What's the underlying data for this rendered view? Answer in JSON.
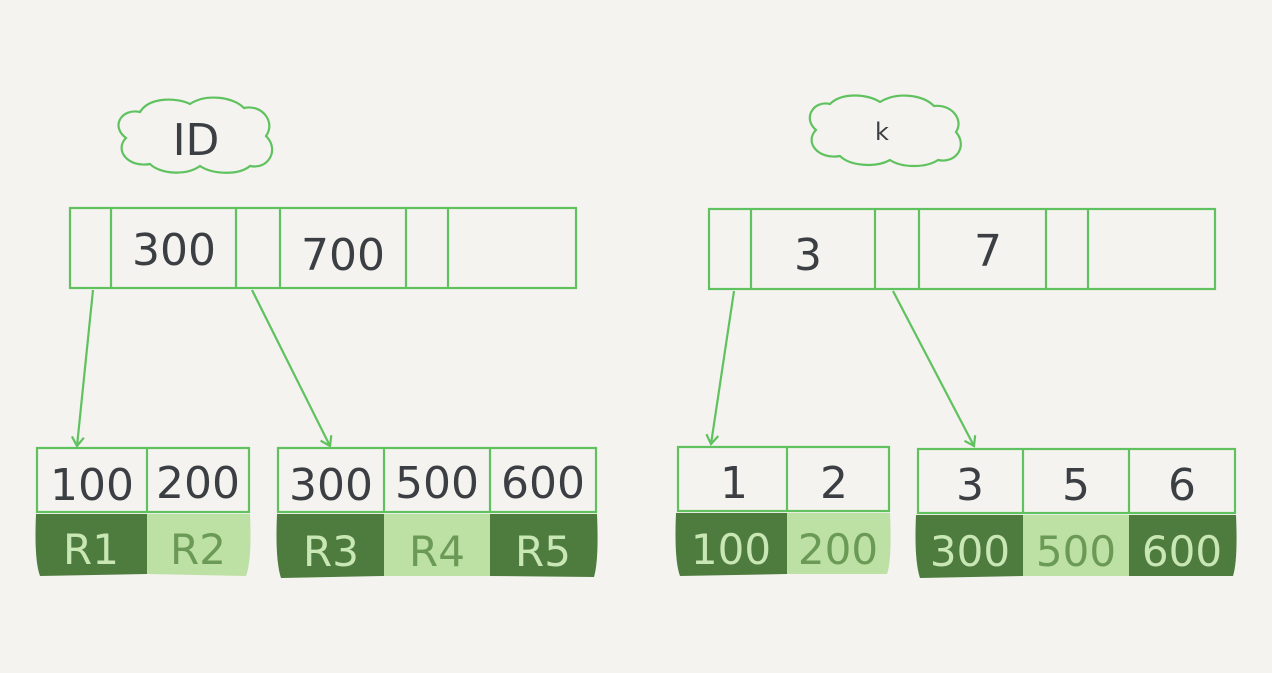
{
  "trees": [
    {
      "label": "ID",
      "root_keys": [
        "300",
        "700",
        ""
      ],
      "leaves": [
        {
          "keys": [
            "100",
            "200"
          ],
          "values": [
            "R1",
            "R2"
          ]
        },
        {
          "keys": [
            "300",
            "500",
            "600"
          ],
          "values": [
            "R3",
            "R4",
            "R5"
          ]
        }
      ]
    },
    {
      "label": "k",
      "root_keys": [
        "3",
        "7",
        ""
      ],
      "leaves": [
        {
          "keys": [
            "1",
            "2"
          ],
          "values": [
            "100",
            "200"
          ]
        },
        {
          "keys": [
            "3",
            "5",
            "6"
          ],
          "values": [
            "300",
            "500",
            "600"
          ]
        }
      ]
    }
  ],
  "colors": {
    "outline": "#5fc25f",
    "dark_value": "#4e7c3e",
    "light_value": "#bde0a4",
    "dark_value_text": "#c9e7b5",
    "light_value_text": "#6b9a56",
    "ink": "#3b3e42",
    "background": "#f4f3ef"
  }
}
